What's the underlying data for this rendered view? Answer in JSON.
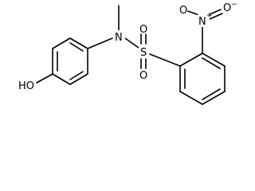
{
  "molecule": {
    "atoms": {
      "hydroxyl": "HO",
      "amine_nitrogen": "N",
      "sulfur": "S",
      "sulfonyl_oxygen_upper": "O",
      "sulfonyl_oxygen_lower": "O",
      "nitro_nitrogen": "N",
      "nitro_nitrogen_charge": "+",
      "nitro_oxygen_single": "O",
      "nitro_oxygen_single_charge": "−",
      "nitro_oxygen_double": "O"
    }
  }
}
